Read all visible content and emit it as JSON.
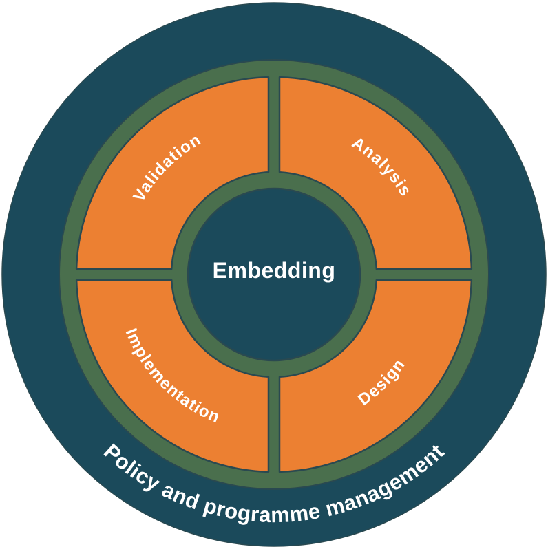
{
  "diagram": {
    "center_label": "Embedding",
    "segments": [
      {
        "id": "validation",
        "label": "Validation",
        "position": "top-left"
      },
      {
        "id": "analysis",
        "label": "Analysis",
        "position": "top-right"
      },
      {
        "id": "implementation",
        "label": "Implementation",
        "position": "bottom-left"
      },
      {
        "id": "design",
        "label": "Design",
        "position": "bottom-right"
      }
    ],
    "outer_ring_label": "Policy and programme management",
    "colors": {
      "ring": "#1b4a5b",
      "segment": "#ec8032",
      "separator": "#4a6f4d",
      "outline": "#2a4950",
      "text": "#ffffff"
    }
  }
}
